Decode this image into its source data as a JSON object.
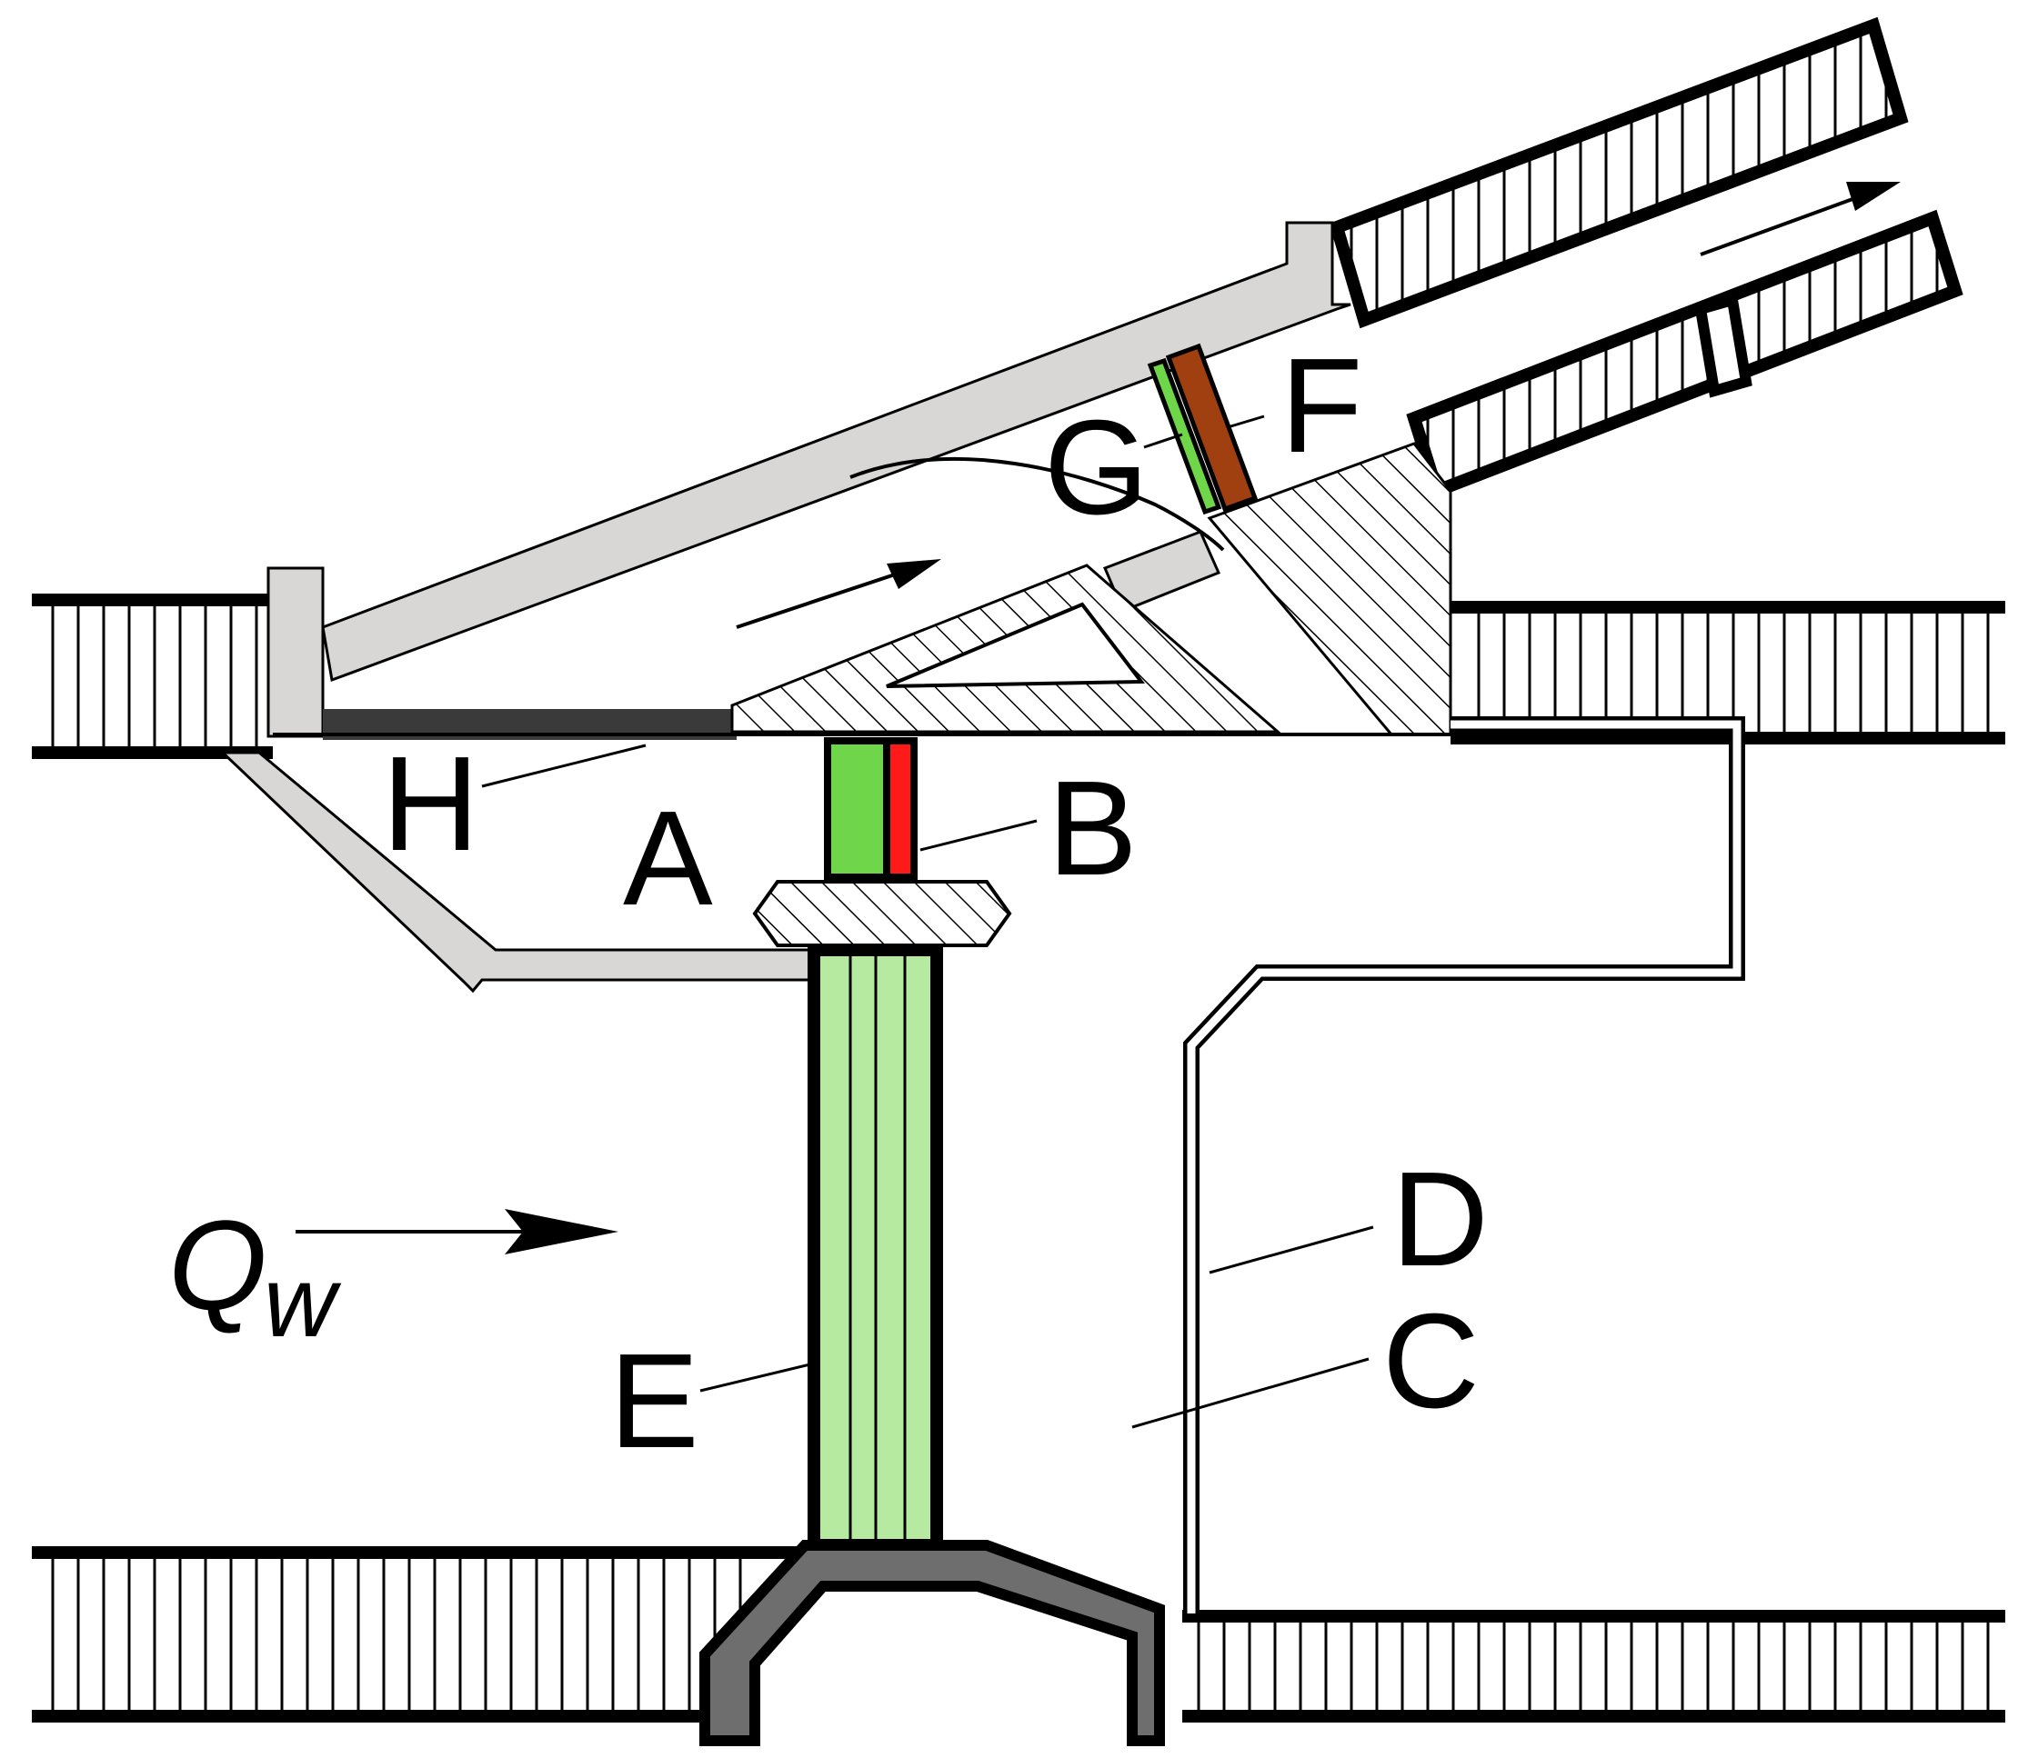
{
  "labels": {
    "A": "A",
    "B": "B",
    "C": "C",
    "D": "D",
    "E": "E",
    "F": "F",
    "G": "G",
    "H": "H",
    "Q": "Q",
    "w": "w"
  },
  "colors": {
    "wall_gray": "#d9d7d6",
    "outline": "#000000",
    "green": "#6fd64a",
    "light_green": "#b6eaa0",
    "red": "#ff1a1a",
    "brown": "#a04010",
    "dark_bar": "#3a3a3a",
    "dark_gray": "#6e6e6e"
  }
}
